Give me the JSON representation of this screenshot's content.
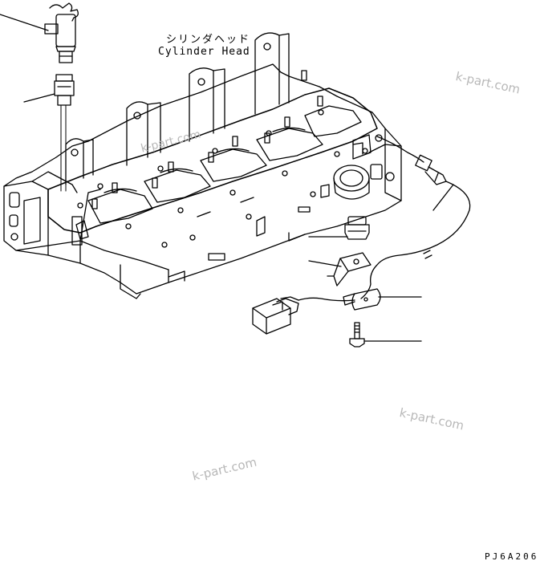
{
  "labels": {
    "jp_title": "シリンダヘッド",
    "en_title": "Cylinder Head"
  },
  "watermark": "k-part.com",
  "figure_code": "PJ6A206",
  "colors": {
    "line": "#000000",
    "watermark": "#b8b8b8",
    "background": "#ffffff"
  }
}
